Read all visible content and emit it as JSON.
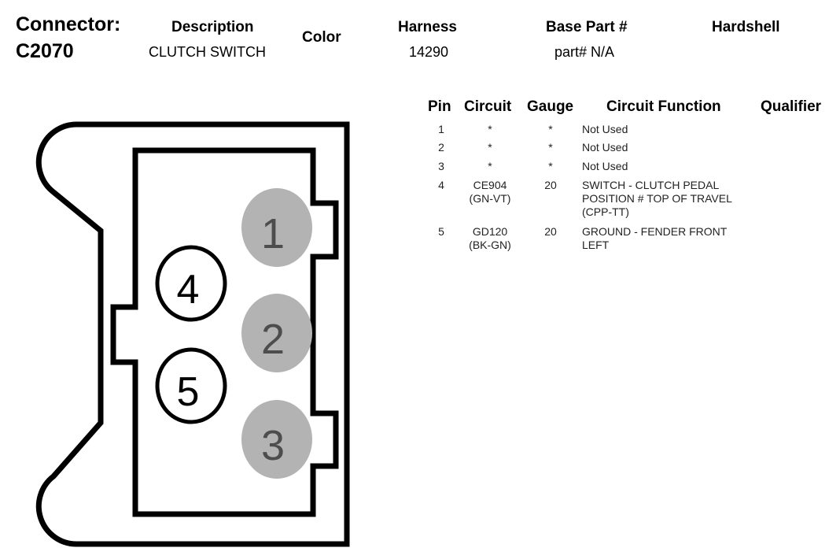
{
  "connector": {
    "label": "Connector:",
    "id": "C2070"
  },
  "header": {
    "description_label": "Description",
    "description_value": "CLUTCH SWITCH",
    "color_label": "Color",
    "harness_label": "Harness",
    "harness_value": "14290",
    "base_part_label": "Base Part #",
    "base_part_value": "part# N/A",
    "hardshell_label": "Hardshell"
  },
  "table": {
    "headers": [
      "Pin",
      "Circuit",
      "Gauge",
      "Circuit Function",
      "Qualifier"
    ],
    "rows": [
      {
        "pin": "1",
        "circuit": "*",
        "gauge": "*",
        "function": "Not Used"
      },
      {
        "pin": "2",
        "circuit": "*",
        "gauge": "*",
        "function": "Not Used"
      },
      {
        "pin": "3",
        "circuit": "*",
        "gauge": "*",
        "function": "Not Used"
      },
      {
        "pin": "4",
        "circuit": "CE904\n(GN-VT)",
        "gauge": "20",
        "function": "SWITCH - CLUTCH PEDAL\nPOSITION # TOP OF TRAVEL\n(CPP-TT)"
      },
      {
        "pin": "5",
        "circuit": "GD120\n(BK-GN)",
        "gauge": "20",
        "function": "GROUND - FENDER FRONT\nLEFT"
      }
    ]
  },
  "diagram": {
    "pin_labels": [
      "1",
      "2",
      "3",
      "4",
      "5"
    ],
    "used_pin_fill": "#ffffff",
    "unused_pin_fill": "#b3b3b3",
    "outline_color": "#000000"
  }
}
